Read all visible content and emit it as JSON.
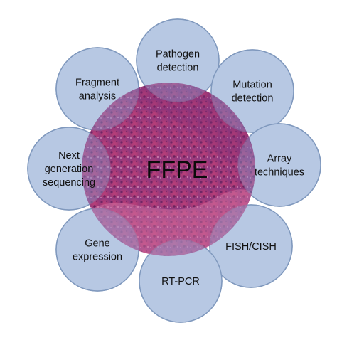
{
  "center": {
    "label": "FFPE",
    "image": "H&E stained tissue section (pink/purple)"
  },
  "petals": [
    {
      "id": "pathogen-detection",
      "lines": [
        "Pathogen",
        "detection"
      ]
    },
    {
      "id": "mutation-detection",
      "lines": [
        "Mutation",
        "detection"
      ]
    },
    {
      "id": "array-techniques",
      "lines": [
        "Array",
        "techniques"
      ]
    },
    {
      "id": "fish-cish",
      "lines": [
        "FISH/CISH"
      ]
    },
    {
      "id": "rt-pcr",
      "lines": [
        "RT-PCR"
      ]
    },
    {
      "id": "gene-expression",
      "lines": [
        "Gene",
        "expression"
      ]
    },
    {
      "id": "next-generation-sequencing",
      "lines": [
        "Next",
        "generation",
        "sequencing"
      ]
    },
    {
      "id": "fragment-analysis",
      "lines": [
        "Fragment",
        "analysis"
      ]
    }
  ],
  "colors": {
    "petal_fill": "#b7c8e3",
    "petal_stroke": "#7f98bd",
    "tissue_pink": "#c9578f",
    "tissue_purple": "#6d2a6b"
  }
}
